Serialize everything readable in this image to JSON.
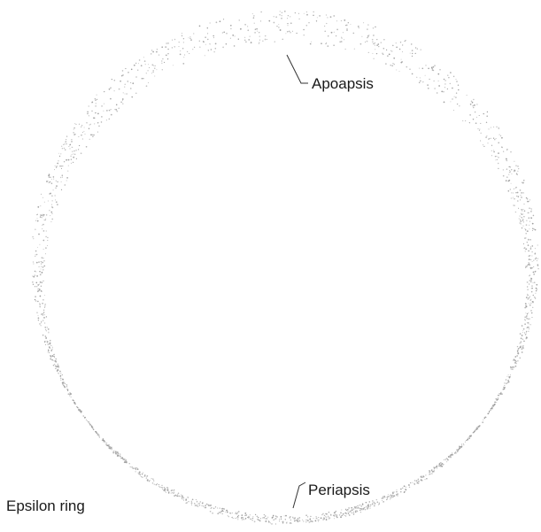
{
  "labels": {
    "ring": "Epsilon ring",
    "apoapsis": "Apoapsis",
    "periapsis": "Periapsis"
  },
  "colors": {
    "particles": "#9a9a9a",
    "text": "#1a1a1a",
    "leader": "#333333"
  }
}
